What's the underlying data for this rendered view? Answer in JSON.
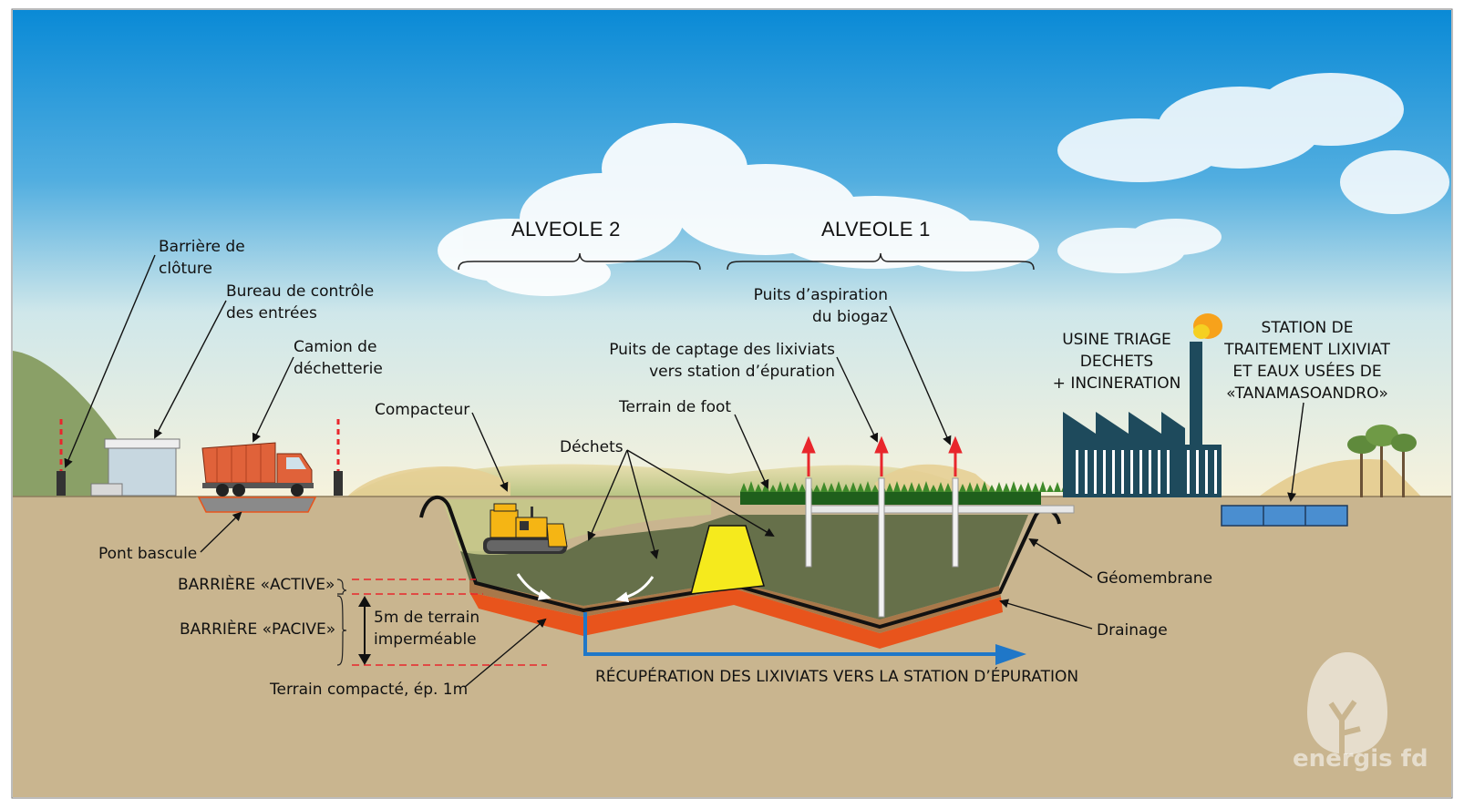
{
  "sections": {
    "alveole_2": "ALVEOLE 2",
    "alveole_1": "ALVEOLE 1"
  },
  "labels": {
    "barriere_cloture": [
      "Barrière de",
      "clôture"
    ],
    "bureau_controle": [
      "Bureau de contrôle",
      "des entrées"
    ],
    "camion": [
      "Camion de",
      "déchetterie"
    ],
    "compacteur": "Compacteur",
    "dechets": "Déchets",
    "terrain_foot": "Terrain de foot",
    "puits_lixiviats": [
      "Puits de captage des lixiviats",
      "vers station d’épuration"
    ],
    "puits_biogaz": [
      "Puits d’aspiration",
      "du biogaz"
    ],
    "usine": [
      "USINE TRIAGE",
      "DECHETS",
      "+ INCINERATION"
    ],
    "station": [
      "STATION DE",
      "TRAITEMENT LIXIVIAT",
      "ET EAUX USÉES DE",
      "«TANAMASOANDRO»"
    ],
    "pont_bascule": "Pont bascule",
    "barriere_active": "BARRIÈRE «ACTIVE»",
    "barriere_passive": "BARRIÈRE «PACIVE»",
    "terrain_impermeable": [
      "5m de terrain",
      "imperméable"
    ],
    "terrain_compacte": "Terrain compacté, ép. 1m",
    "geomembrane": "Géomembrane",
    "drainage": "Drainage",
    "recuperation": "RÉCUPÉRATION DES LIXIVIATS VERS LA STATION D’ÉPURATION"
  },
  "watermark": "energis fd",
  "colors": {
    "sky_top": "#0a8ad6",
    "sky_bottom": "#f5f1dc",
    "ground": "#c9b58f",
    "waste": "#66704a",
    "drainage_layer": "#a8784a",
    "compacted_layer": "#e8541c",
    "flow_arrow": "#1f77c8",
    "biogaz_arrow": "#e8262c",
    "factory": "#1e4a5c",
    "dike": "#f5ea1d"
  }
}
